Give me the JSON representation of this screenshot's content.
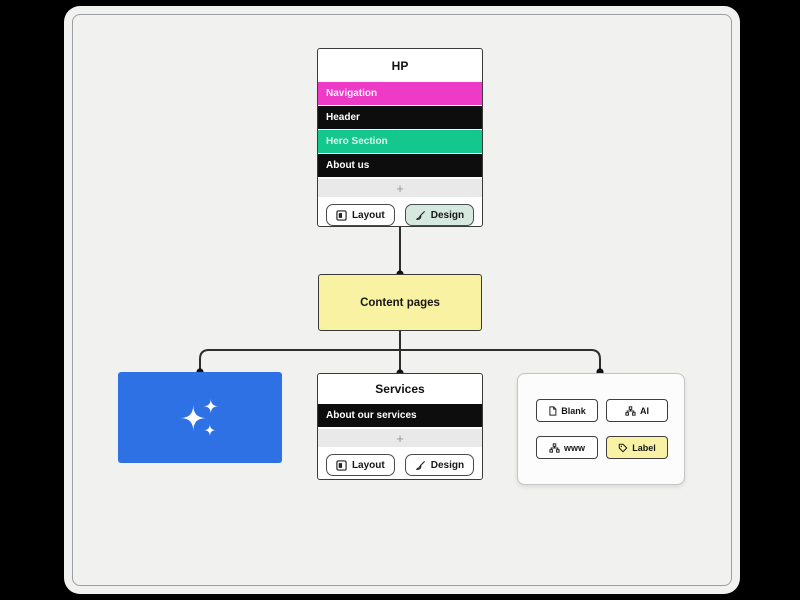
{
  "canvas": {
    "background": "#f1f1ef",
    "frame_color": "#9aa0a3",
    "page_background": "#000000"
  },
  "connector": {
    "color": "#2d2d2d",
    "dot_color": "#111111"
  },
  "hp": {
    "title": "HP",
    "sections": [
      {
        "label": "Navigation",
        "color": "#ee3bc7",
        "text_color": "#fdeffa"
      },
      {
        "label": "Header",
        "color": "#0d0d0d",
        "text_color": "#ffffff"
      },
      {
        "label": "Hero Section",
        "color": "#13c78d",
        "text_color": "#d9f6ec"
      },
      {
        "label": "About us",
        "color": "#0d0d0d",
        "text_color": "#ffffff"
      }
    ],
    "add_label": "+",
    "layout_button": {
      "label": "Layout",
      "icon": "layout-icon",
      "background": "#ffffff"
    },
    "design_button": {
      "label": "Design",
      "icon": "design-icon",
      "background": "#d6e9e1"
    }
  },
  "content_pages": {
    "title": "Content pages",
    "background": "#f9f2a2"
  },
  "ai_card": {
    "icon": "sparkles-icon",
    "background": "#2e71e5",
    "icon_color": "#ffffff"
  },
  "services": {
    "title": "Services",
    "sections": [
      {
        "label": "About our services",
        "color": "#0d0d0d",
        "text_color": "#ffffff"
      }
    ],
    "add_label": "+",
    "layout_button": {
      "label": "Layout",
      "icon": "layout-icon",
      "background": "#ffffff"
    },
    "design_button": {
      "label": "Design",
      "icon": "design-icon",
      "background": "#ffffff"
    }
  },
  "picker": {
    "background": "#fcfcfc",
    "buttons": [
      {
        "label": "Blank",
        "icon": "file-icon",
        "background": "#ffffff"
      },
      {
        "label": "AI",
        "icon": "sitemap-icon",
        "background": "#ffffff"
      },
      {
        "label": "www",
        "icon": "sitemap-icon",
        "background": "#ffffff"
      },
      {
        "label": "Label",
        "icon": "tag-icon",
        "background": "#f9f2a5"
      }
    ]
  }
}
